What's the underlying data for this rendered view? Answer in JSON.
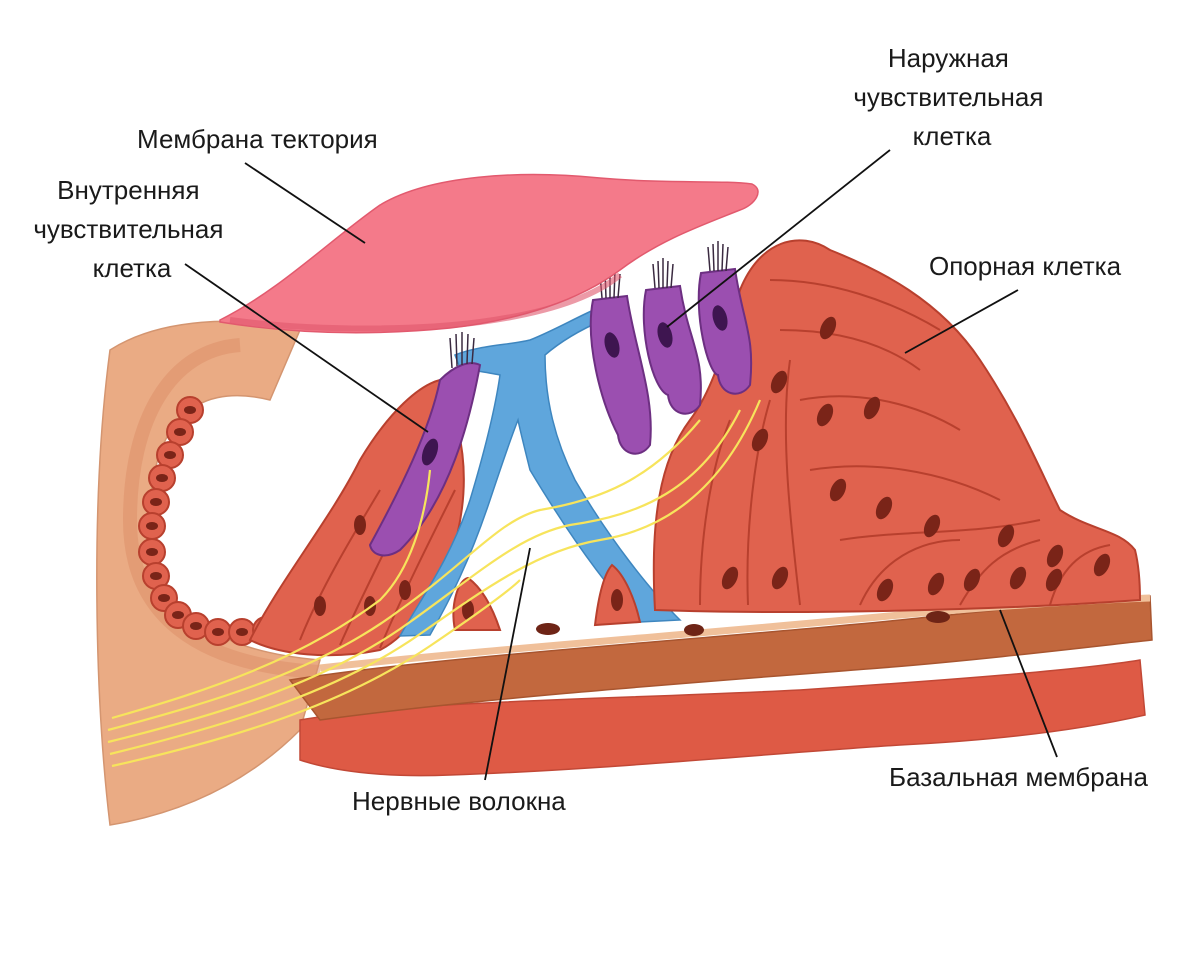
{
  "labels": {
    "tectorial_membrane": "Мембрана тектория",
    "inner_hair_cell": [
      "Внутренняя",
      "чувствительная",
      "клетка"
    ],
    "outer_hair_cell": [
      "Наружная",
      "чувствительная",
      "клетка"
    ],
    "supporting_cell": "Опорная клетка",
    "basilar_membrane": "Базальная мембрана",
    "nerve_fibers": "Нервные волокна"
  },
  "colors": {
    "tectorial": "#f47a8a",
    "limbus": "#eaab84",
    "support_tissue": "#e0624e",
    "cell_outline": "#b8402e",
    "nucleus": "#7a2418",
    "hair_cell": "#9b4fb0",
    "pillar": "#5fa6dc",
    "nerve": "#f7e45c",
    "basilar": "#c2683e"
  }
}
